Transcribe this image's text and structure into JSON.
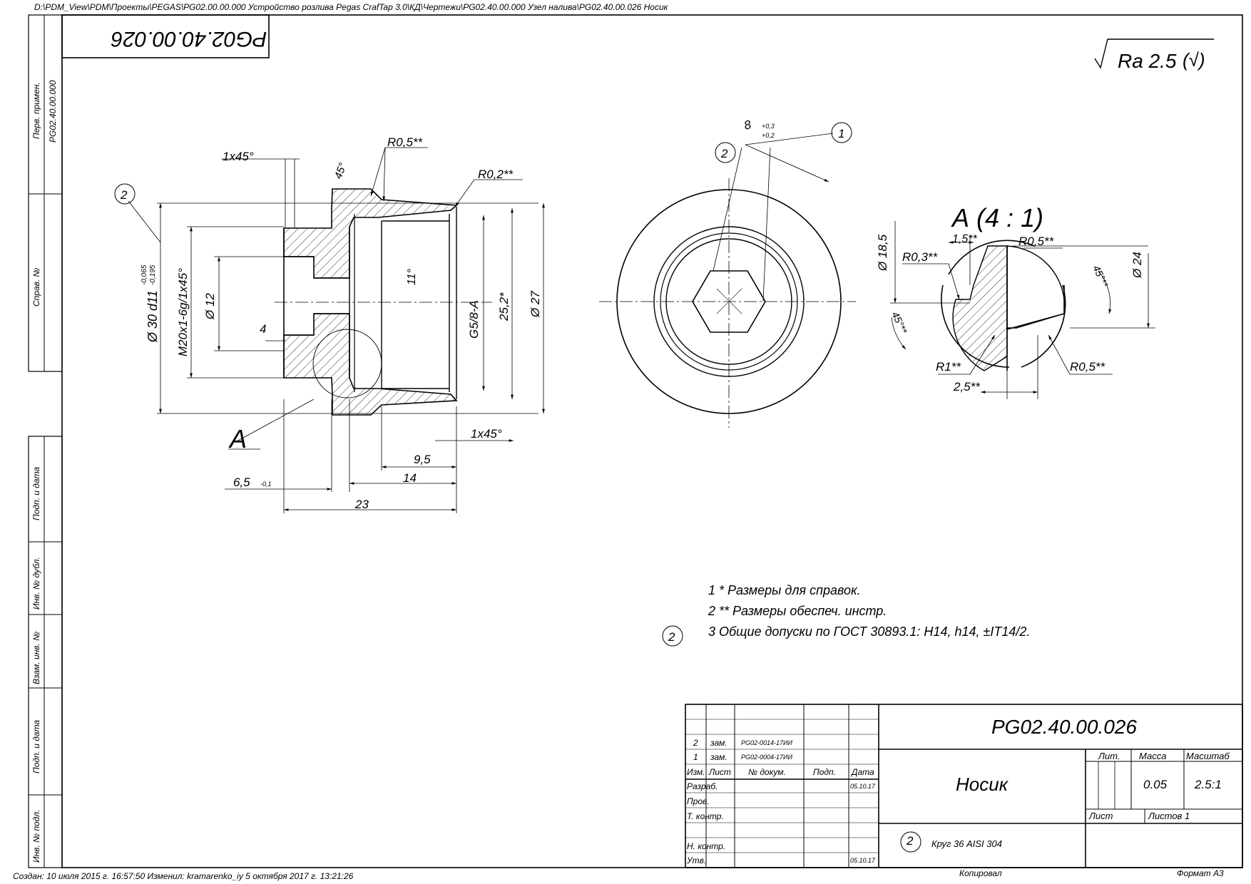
{
  "path": "D:\\PDM_View\\PDM\\Проекты\\PEGAS\\PG02.00.00.000 Устройство розлива Pegas CrafTap 3.0\\КД\\Чертежи\\PG02.40.00.000 Узел налива\\PG02.40.00.026 Носик",
  "footer": {
    "created": "Создан: 10 июля 2015 г. 16:57:50  Изменил: kramarenko_iy 5 октября 2017 г. 13:21:26",
    "copied": "Копировал",
    "format": "Формат А3"
  },
  "side_labels": {
    "perv_primen": "Перв. примен.",
    "perv_value": "PG02.40.00.000",
    "sprav_no": "Справ. №",
    "podp_data_1": "Подп. и дата",
    "inv_dubl": "Инв. № дубл.",
    "vzam_inv": "Взам. инв. №",
    "podp_data_2": "Подп. и дата",
    "inv_podl": "Инв. № подл."
  },
  "stamp_top": "PG02.40.00.026",
  "roughness": {
    "label": "Ra 2.5",
    "suffix": "(√)"
  },
  "view_left": {
    "chamfer_top": "1x45°",
    "r05": "R0,5**",
    "r02": "R0,2**",
    "angle45": "45°",
    "balloon": "2",
    "d30": "Ø 30 d11",
    "d30_tol_top": "-0,065",
    "d30_tol_bot": "-0,195",
    "thread": "M20x1-6g/1x45°",
    "d12": "Ø 12",
    "dim4": "4",
    "angle11": "11°",
    "g58": "G5/8-A",
    "d252": "25,2*",
    "d27": "Ø 27",
    "chamfer_bot": "1x45°",
    "label_a": "A",
    "dim95": "9,5",
    "dim65": "6,5",
    "dim65_tol": "-0,1",
    "dim14": "14",
    "dim23": "23"
  },
  "view_center": {
    "dim8": "8",
    "dim8_tol_top": "+0,3",
    "dim8_tol_bot": "+0,2",
    "balloon1": "1",
    "balloon2": "2"
  },
  "detail": {
    "title": "А (4 : 1)",
    "d185": "Ø 18,5",
    "d15": "1,5**",
    "r05a": "R0,5**",
    "r03": "R0,3**",
    "d24": "Ø 24",
    "a45_right": "45°**",
    "a45_left": "45°**",
    "r1": "R1**",
    "r05b": "R0,5**",
    "d25": "2,5**"
  },
  "notes": [
    "1  * Размеры для справок.",
    "2  ** Размеры обеспеч. инстр.",
    "3  Общие допуски по ГОСТ 30893.1: H14, h14, ±IT14/2."
  ],
  "notes_balloon": "2",
  "title_block": {
    "designation": "PG02.40.00.026",
    "name": "Носик",
    "material": "Круг 36 AISI 304",
    "material_balloon": "2",
    "lit_label": "Лит.",
    "mass_label": "Масса",
    "scale_label": "Масштаб",
    "mass": "0.05",
    "scale": "2.5:1",
    "sheet_label": "Лист",
    "sheets_label": "Листов 1",
    "revisions": [
      {
        "no": "2",
        "kind": "зам.",
        "doc": "PG02-0014-17ИИ"
      },
      {
        "no": "1",
        "kind": "зам.",
        "doc": "PG02-0004-17ИИ"
      }
    ],
    "header": {
      "izm": "Изм.",
      "list": "Лист",
      "doc": "№ докум.",
      "podp": "Подп.",
      "data": "Дата"
    },
    "roles": [
      {
        "role": "Разраб.",
        "date": "05.10.17"
      },
      {
        "role": "Пров.",
        "date": ""
      },
      {
        "role": "Т. контр.",
        "date": ""
      },
      {
        "role": "",
        "date": ""
      },
      {
        "role": "Н. контр.",
        "date": ""
      },
      {
        "role": "Утв.",
        "date": "05.10.17"
      }
    ]
  }
}
